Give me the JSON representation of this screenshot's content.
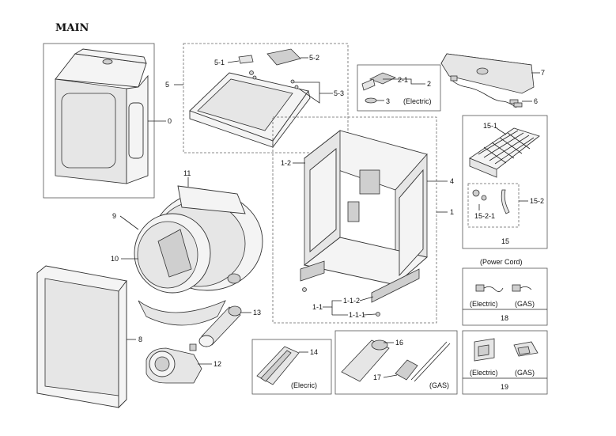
{
  "title": "MAIN",
  "callouts": {
    "c0": "0",
    "c1": "1",
    "c1_1": "1-1",
    "c1_1_1": "1-1-1",
    "c1_1_2": "1-1-2",
    "c1_2": "1-2",
    "c2": "2",
    "c2_1": "2-1",
    "c3": "3",
    "c4": "4",
    "c5": "5",
    "c5_1": "5-1",
    "c5_2": "5-2",
    "c5_3": "5-3",
    "c6": "6",
    "c7": "7",
    "c8": "8",
    "c9": "9",
    "c10": "10",
    "c11": "11",
    "c12": "12",
    "c13": "13",
    "c14": "14",
    "c15": "15",
    "c15_1": "15-1",
    "c15_2": "15-2",
    "c15_2_1": "15-2-1",
    "c16": "16",
    "c17": "17",
    "c18": "18",
    "c19": "19"
  },
  "labels": {
    "electric_2": "(Electric)",
    "power_cord": "(Power Cord)",
    "electric_18": "(Electric)",
    "gas_18": "(GAS)",
    "electric_19": "(Electric)",
    "gas_19": "(GAS)",
    "electric_14": "(Elecric)",
    "gas_16": "(GAS)"
  }
}
